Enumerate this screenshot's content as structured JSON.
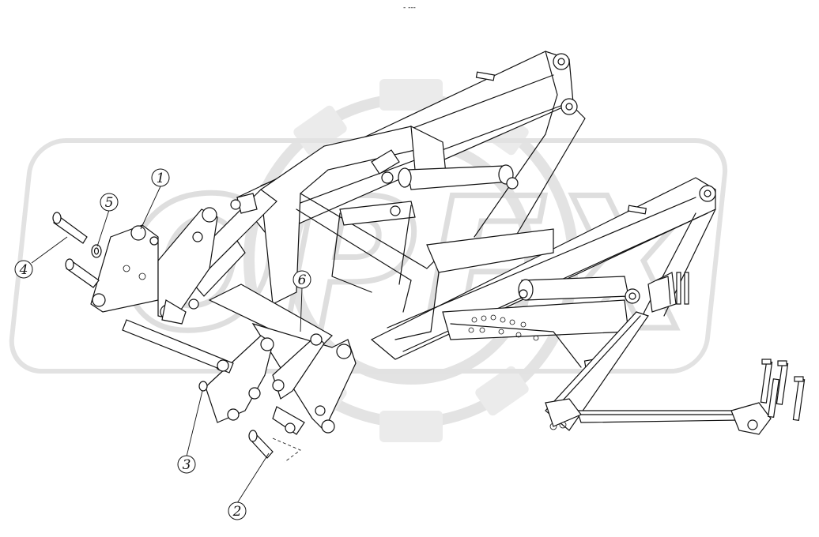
{
  "watermark": {
    "text": "OPEX",
    "color": "#ececec",
    "gear_color": "#ebebeb"
  },
  "top_mark": "- ---",
  "callouts": [
    {
      "id": "1",
      "label": "1"
    },
    {
      "id": "2",
      "label": "2"
    },
    {
      "id": "3",
      "label": "3"
    },
    {
      "id": "4",
      "label": "4"
    },
    {
      "id": "5",
      "label": "5"
    },
    {
      "id": "6",
      "label": "6"
    }
  ]
}
